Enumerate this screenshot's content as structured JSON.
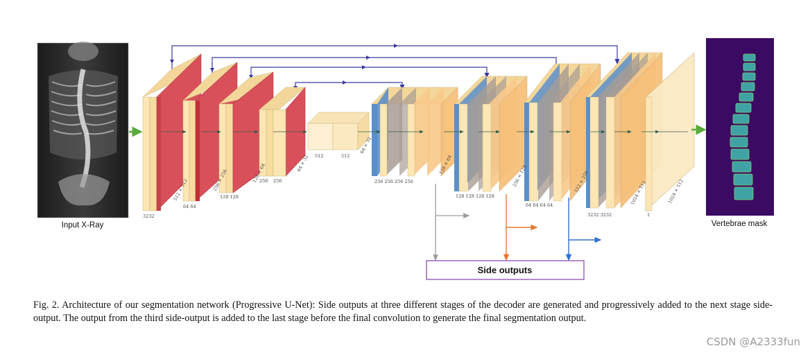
{
  "input_label": "Input X-Ray",
  "output_label": "Vertebrae mask",
  "side_outputs_label": "Side outputs",
  "caption": "Fig. 2.  Architecture of our segmentation network (Progressive U-Net): Side outputs at three different stages of the decoder are generated and progressively added to the next stage side-output. The output from the third side-output is added to the last stage before the final convolution to generate the final segmentation output.",
  "watermark": "CSDN @A2333fun",
  "channel_labels": {
    "enc1": "3232",
    "enc2": "64 64",
    "enc3": "128 128",
    "enc4a": "256",
    "enc4b": "256",
    "bott_a": "512",
    "bott_b": "512",
    "dec1": "256   256     256   256",
    "dec2": "128 128   128 128",
    "dec3": "64 64    64 64",
    "dec4": "3232    3232",
    "final": "1"
  },
  "size_labels": {
    "s1": "512 × 512",
    "s2": "256 × 256",
    "s3": "128 × 64",
    "s4": "64 × 32",
    "s5": "64 × 32",
    "s6": "128 × 64",
    "s7": "256 × 128",
    "s8": "512 × 256",
    "s9": "1024 × 512",
    "s10": "1024 × 512"
  },
  "colors": {
    "conv": "#fbe6b4",
    "pool": "#d9505a",
    "upconv": "#5a8fc9",
    "concat": "#a89c94",
    "skip": "#3a3aa0",
    "side_gray": "#9c9c9c",
    "side_orange": "#e8772e",
    "side_blue": "#2f6fd1",
    "flow_green": "#5aaa3a",
    "side_box": "#8e4ab0",
    "mask_bg": "#3b0a63"
  }
}
